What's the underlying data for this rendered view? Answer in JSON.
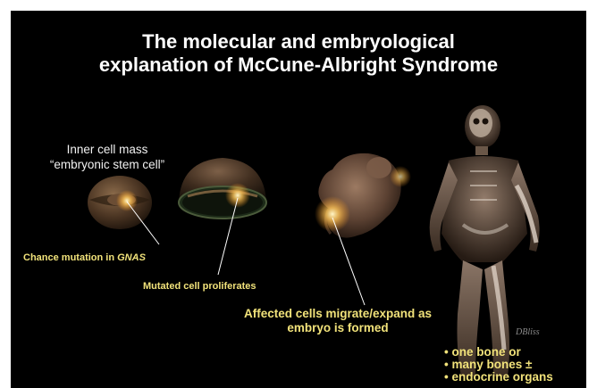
{
  "title": {
    "line1": "The molecular and embryological",
    "line2": "explanation of McCune-Albright Syndrome"
  },
  "labels": {
    "inner_cell_mass_line1": "Inner cell mass",
    "inner_cell_mass_line2": "“embryonic stem cell”",
    "chance_mutation_prefix": "Chance mutation in ",
    "chance_mutation_gene": "GNAS",
    "mutated_cell": "Mutated cell proliferates",
    "affected_cells_line1": "Affected cells migrate/expand as",
    "affected_cells_line2": "embryo is formed"
  },
  "bullets": [
    "• one bone or",
    "• many bones ±",
    "• endocrine organs"
  ],
  "credit": "DBliss",
  "colors": {
    "background": "#000000",
    "title": "#ffffff",
    "callout": "#f1e27a",
    "glow": "#ffd27a"
  }
}
